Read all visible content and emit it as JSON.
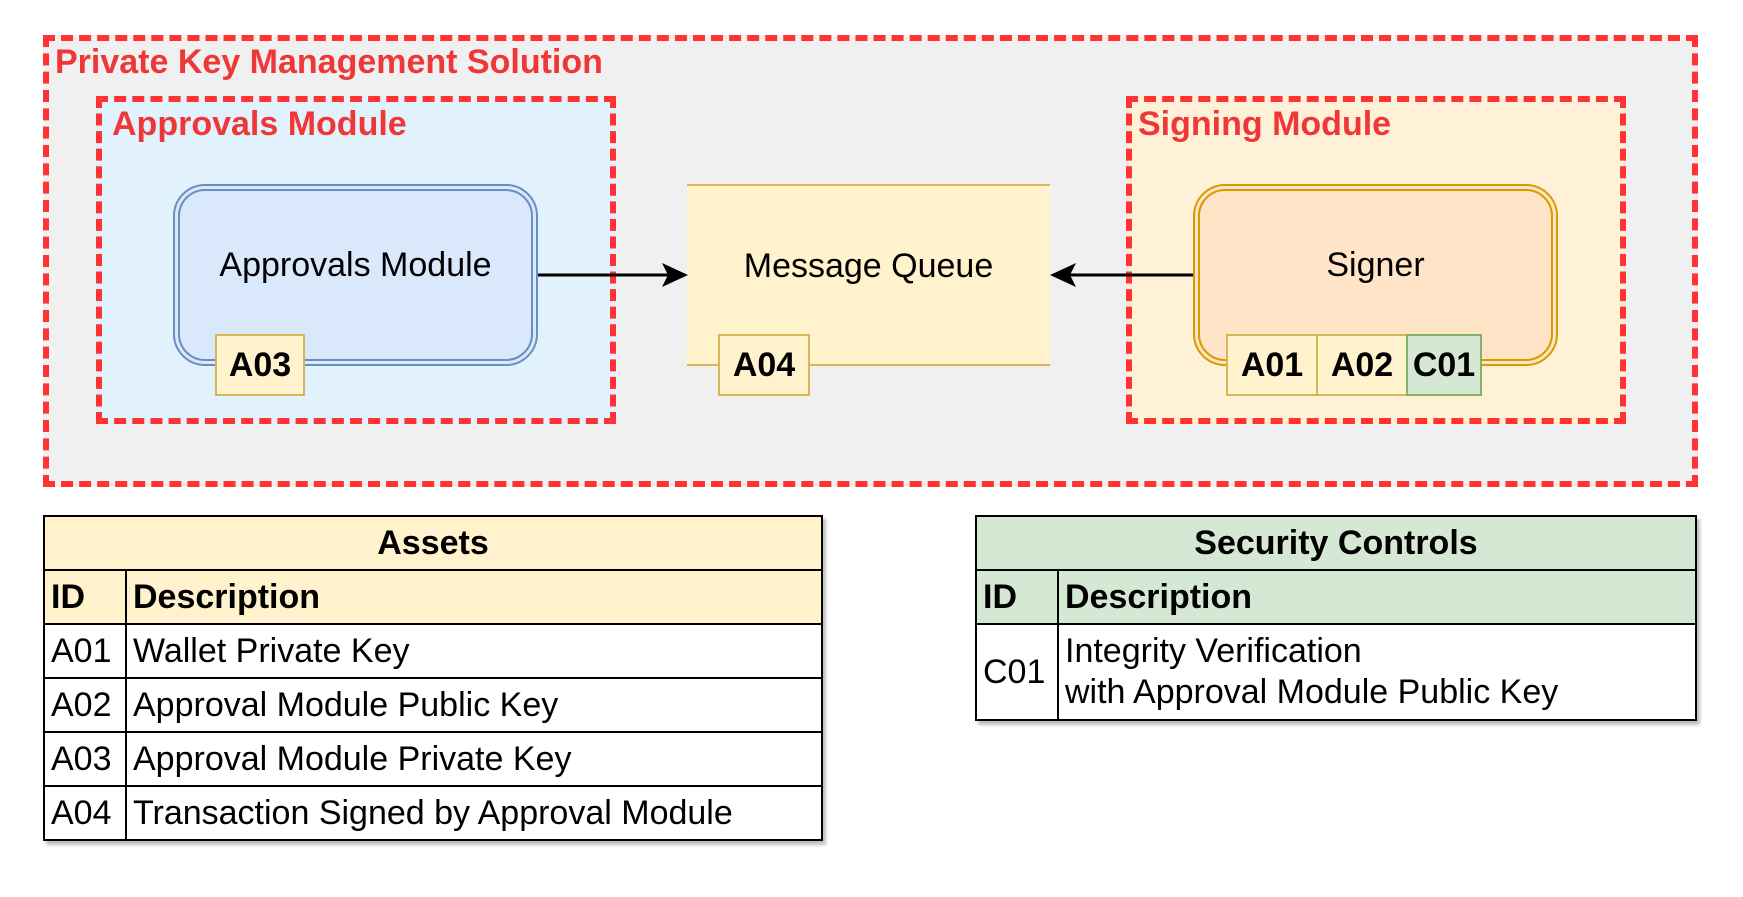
{
  "outer": {
    "title": "Private Key Management Solution"
  },
  "approvals_group": {
    "title": "Approvals Module"
  },
  "signing_group": {
    "title": "Signing Module"
  },
  "nodes": {
    "approvals": {
      "label": "Approvals Module",
      "tags": [
        "A03"
      ]
    },
    "queue": {
      "label": "Message Queue",
      "tags": [
        "A04"
      ]
    },
    "signer": {
      "label": "Signer",
      "tags": [
        "A01",
        "A02",
        "C01"
      ]
    }
  },
  "assets": {
    "title": "Assets",
    "columns": [
      "ID",
      "Description"
    ],
    "rows": [
      {
        "id": "A01",
        "desc": "Wallet Private Key"
      },
      {
        "id": "A02",
        "desc": "Approval Module Public Key"
      },
      {
        "id": "A03",
        "desc": "Approval Module Private Key"
      },
      {
        "id": "A04",
        "desc": "Transaction Signed by Approval Module"
      }
    ]
  },
  "controls": {
    "title": "Security Controls",
    "columns": [
      "ID",
      "Description"
    ],
    "rows": [
      {
        "id": "C01",
        "desc_line1": "Integrity Verification",
        "desc_line2": "with Approval Module Public Key"
      }
    ]
  },
  "colors": {
    "danger_border": "#ff3333",
    "asset_fill": "#fff2cc",
    "control_fill": "#d5e8d4",
    "approvals_fill": "#dae8fc",
    "signer_fill": "#ffe4c8"
  }
}
